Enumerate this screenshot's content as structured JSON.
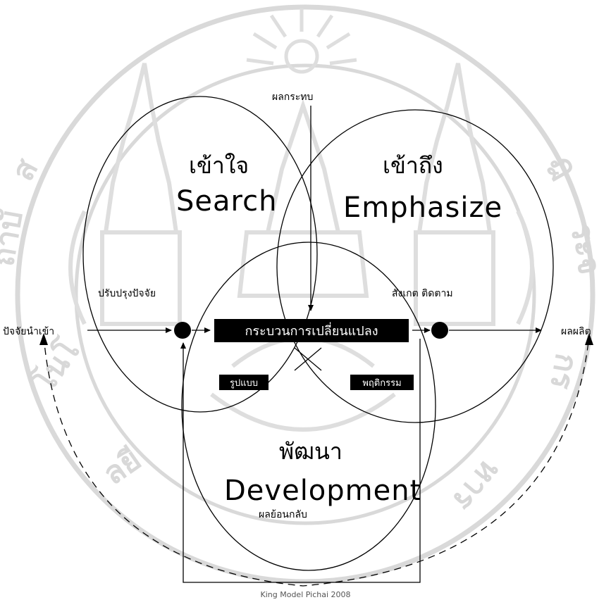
{
  "circles": {
    "search": {
      "thai": "เข้าใจ",
      "english": "Search"
    },
    "emphasize": {
      "thai": "เข้าถึง",
      "english": "Emphasize"
    },
    "development": {
      "thai": "พัฒนา",
      "english": "Development"
    }
  },
  "labels": {
    "impact": "ผลกระทบ",
    "input": "ปัจจัยนำเข้า",
    "output": "ผลผลิต",
    "improve_factors": "ปรับปรุงปัจจัย",
    "observe_follow": "สังเกต ติดตาม",
    "feedback": "ผลย้อนกลับ"
  },
  "process": {
    "main": "กระบวนการเปลี่ยนแปลง",
    "form": "รูปแบบ",
    "behavior": "พฤติกรรม"
  },
  "caption": "King Model  Pichai 2008",
  "colors": {
    "watermark": "#d9d9d9",
    "ink": "#000000",
    "box_text": "#ffffff"
  }
}
